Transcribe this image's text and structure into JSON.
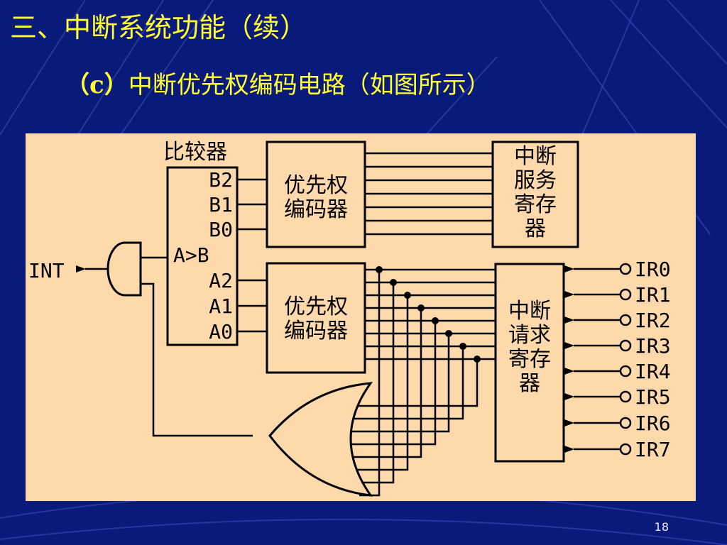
{
  "slide": {
    "title": "三、中断系统功能（续）",
    "subtitle_prefix": "（c）",
    "subtitle_text": "中断优先权编码电路（如图所示）",
    "page_number": "18"
  },
  "diagram": {
    "comparator": {
      "label": "比较器",
      "inputs_b": [
        "B2",
        "B1",
        "B0"
      ],
      "output": "A>B",
      "inputs_a": [
        "A2",
        "A1",
        "A0"
      ]
    },
    "encoder_top": {
      "lines": [
        "优先权",
        "编码器"
      ]
    },
    "encoder_bottom": {
      "lines": [
        "优先权",
        "编码器"
      ]
    },
    "service_register": {
      "lines": [
        "中断",
        "服务",
        "寄存",
        "器"
      ]
    },
    "request_register": {
      "lines": [
        "中断",
        "请求",
        "寄存",
        "器"
      ]
    },
    "interrupt_output": "INT",
    "request_inputs": [
      "IR0",
      "IR1",
      "IR2",
      "IR3",
      "IR4",
      "IR5",
      "IR6",
      "IR7"
    ]
  },
  "colors": {
    "background": "#0a1a7a",
    "title": "#ffff33",
    "panel": "#fdd9ac",
    "line": "#000000"
  }
}
